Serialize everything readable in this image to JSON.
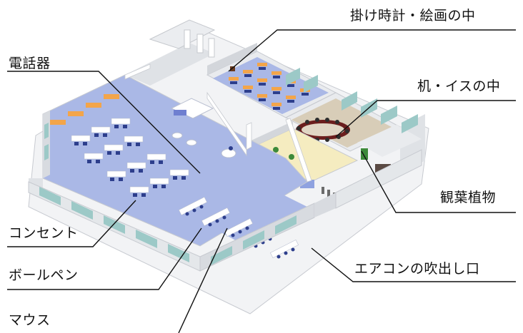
{
  "labels": {
    "clock_painting": "掛け時計・絵画の中",
    "phone": "電話器",
    "desk_chair": "机・イスの中",
    "plant": "観葉植物",
    "outlet": "コンセント",
    "pen": "ボールペン",
    "aircon": "エアコンの吹出し口",
    "mouse": "マウス"
  },
  "colors": {
    "floor": "#aab8e6",
    "wall": "#e9ebee",
    "wall_dark": "#c9ccd1",
    "window": "#9cc9c7",
    "desk": "#ffffff",
    "chair": "#2d3e8c",
    "orange_desk": "#f3a54a",
    "beige_floor": "#f5ecc0",
    "plant": "#3d8a3a"
  }
}
